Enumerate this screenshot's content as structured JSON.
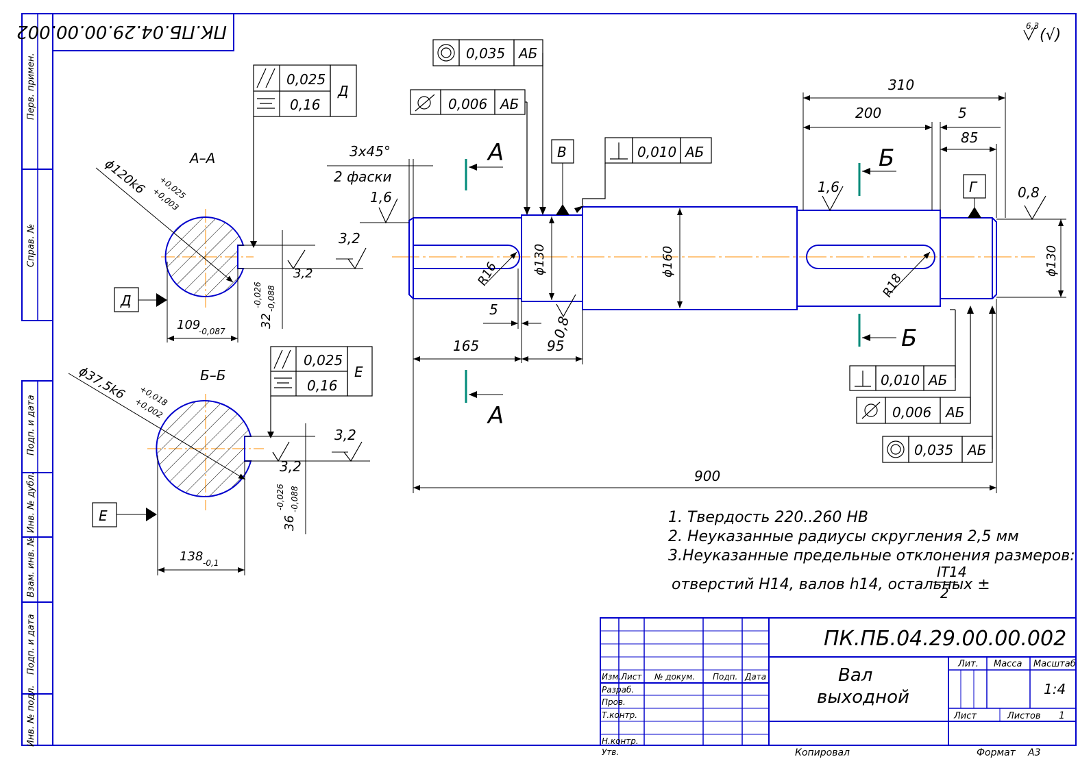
{
  "drawing": {
    "code": "ПК.ПБ.04.29.00.00.002",
    "code_rotated": "ПК.ПБ.04.29.00.00.002",
    "roughness_general": "6,3",
    "roughness_other": "(√)"
  },
  "left_strip": {
    "labels": [
      "Перв. примен.",
      "Справ. №",
      "Подп. и дата",
      "Инв. № дубл.",
      "Взам. инв. №",
      "Подп. и дата",
      "Инв. № подл."
    ]
  },
  "section_aa": {
    "title": "А–А",
    "diameter": "ϕ120k6",
    "tol_upper": "+0,025",
    "tol_lower": "+0,003",
    "width_base": "109",
    "width_tol": "-0,087",
    "depth_base": "32",
    "depth_tol_upper": "-0,026",
    "depth_tol_lower": "-0,088",
    "rough_side": "3,2",
    "rough_bottom": "3,2",
    "datum": "Д",
    "fc_parallel": "0,025",
    "fc_symmetry": "0,16",
    "fc_datum": "Д"
  },
  "section_bb": {
    "title": "Б–Б",
    "diameter": "ϕ37,5k6",
    "tol_upper": "+0,018",
    "tol_lower": "+0,002",
    "width_base": "138",
    "width_tol": "-0,1",
    "depth_base": "36",
    "depth_tol_upper": "-0,026",
    "depth_tol_lower": "-0,088",
    "rough_side": "3,2",
    "rough_bottom": "3,2",
    "datum": "Е",
    "fc_parallel": "0,025",
    "fc_symmetry": "0,16",
    "fc_datum": "Е"
  },
  "shaft": {
    "chamfer": "3x45°",
    "chamfer_note": "2 фаски",
    "rough_end": "1,6",
    "rough_mid": "1,6",
    "rough_right": "0,8",
    "rough_130_left": "0,8",
    "dia_130_left": "ϕ130",
    "dia_160": "ϕ160",
    "dia_130_right": "ϕ130",
    "radius_left": "R16",
    "radius_right": "R18",
    "dim_5_left": "5",
    "dim_165": "165",
    "dim_95": "95",
    "dim_900": "900",
    "dim_310": "310",
    "dim_200": "200",
    "dim_5_right": "5",
    "dim_85": "85",
    "cut_a_top": "А",
    "cut_a_bottom": "А",
    "cut_b_top": "Б",
    "cut_b_bottom": "Б",
    "datum_v": "В",
    "datum_g": "Г"
  },
  "frames_top": {
    "coax": {
      "value": "0,035",
      "datum": "АБ"
    },
    "runout": {
      "value": "0,006",
      "datum": "АБ"
    },
    "perp": {
      "value": "0,010",
      "datum": "АБ"
    }
  },
  "frames_bottom": {
    "perp": {
      "value": "0,010",
      "datum": "АБ"
    },
    "runout": {
      "value": "0,006",
      "datum": "АБ"
    },
    "coax": {
      "value": "0,035",
      "datum": "АБ"
    }
  },
  "notes": {
    "line1": "1. Твердость 220..260 НВ",
    "line2": "2. Неуказанные радиусы скругления 2,5 мм",
    "line3": "3.Неуказанные предельные отклонения размеров:",
    "line4": "отверстий Н14, валов h14, остальных ±",
    "frac_num": "IT14",
    "frac_den": "2"
  },
  "title_block": {
    "code": "ПК.ПБ.04.29.00.00.002",
    "name_line1": "Вал",
    "name_line2": "выходной",
    "h_izm": "Изм.",
    "h_list": "Лист",
    "h_doc": "№ докум.",
    "h_sign": "Подп.",
    "h_date": "Дата",
    "r_razrab": "Разраб.",
    "r_prov": "Пров.",
    "r_tkontr": "Т.контр.",
    "r_nkontr": "Н.контр.",
    "r_utv": "Утв.",
    "h_lit": "Лит.",
    "h_mass": "Масса",
    "h_scale": "Масштаб",
    "scale": "1:4",
    "sheet_label": "Лист",
    "sheets_label": "Листов",
    "sheets_count": "1",
    "copied": "Копировал",
    "format_label": "Формат",
    "format_value": "А3"
  },
  "colors": {
    "frame": "#0000cc",
    "axis": "#ff8c00",
    "cut": "#008b7a",
    "ink": "#000000"
  }
}
